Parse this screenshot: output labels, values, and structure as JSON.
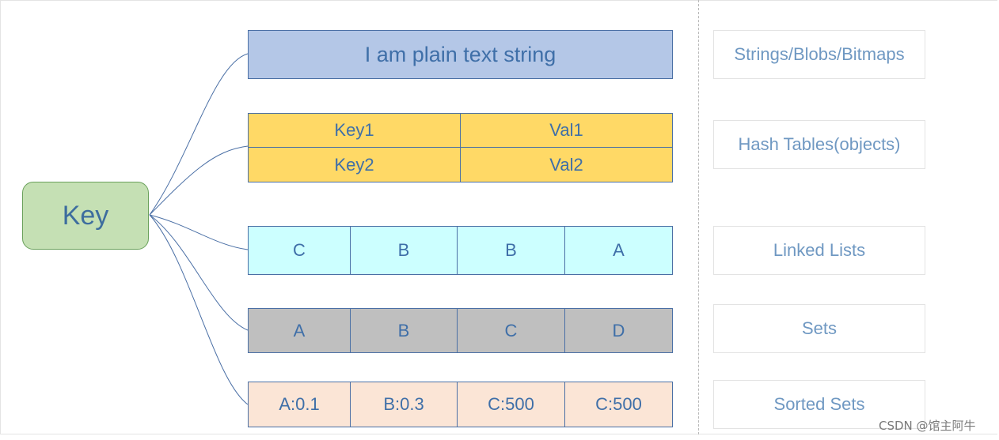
{
  "key_node": {
    "label": "Key"
  },
  "string_value": {
    "text": "I am plain text string"
  },
  "hash_table": {
    "rows": [
      {
        "key": "Key1",
        "value": "Val1"
      },
      {
        "key": "Key2",
        "value": "Val2"
      }
    ]
  },
  "linked_list": {
    "items": [
      "C",
      "B",
      "B",
      "A"
    ]
  },
  "set": {
    "items": [
      "A",
      "B",
      "C",
      "D"
    ]
  },
  "sorted_set": {
    "items": [
      "A:0.1",
      "B:0.3",
      "C:500",
      "C:500"
    ]
  },
  "type_labels": [
    "Strings/Blobs/Bitmaps",
    "Hash Tables(objects)",
    "Linked Lists",
    "Sets",
    "Sorted Sets"
  ],
  "watermark": "CSDN @馆主阿牛",
  "colors": {
    "key_fill": "#c5e0b4",
    "string_fill": "#b4c7e7",
    "hash_fill": "#ffd966",
    "linked_fill": "#ccffff",
    "set_fill": "#bfbfbf",
    "sorted_fill": "#fbe5d6",
    "text_blue": "#3f6fa8",
    "connector": "#4a6fa5"
  }
}
